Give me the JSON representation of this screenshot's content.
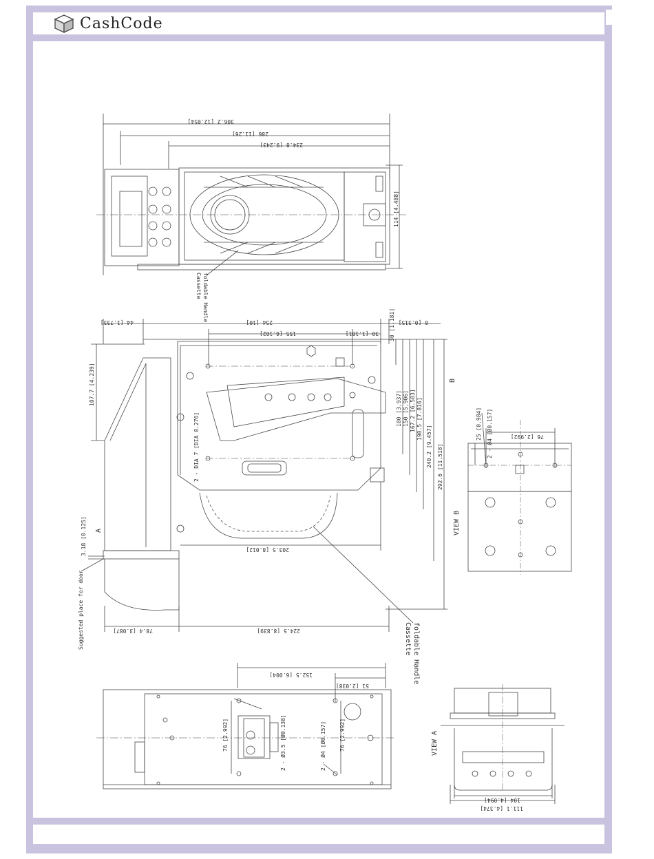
{
  "header": {
    "logo_text": "CashCode",
    "logo_icon": "cube-logo-icon"
  },
  "top_view": {
    "dim_overall": "306.2 [12.054]",
    "dim_middle": "286 [11.26]",
    "dim_inner": "234.8 [9.243]",
    "dim_height": "114 [4.488]",
    "label_line1": "Cassette",
    "label_line2": "foldable Handle"
  },
  "side_view": {
    "dim_left": "44 [1.733]",
    "dim_254": "254 [10]",
    "dim_right": "8 [0.315]",
    "dim_155": "155 [6.102]",
    "dim_30a": "30 [1.181]",
    "dim_30b": "30 [1.181]",
    "dim_107": "107.7 [4.239]",
    "dim_100": "100 [3.937]",
    "dim_150": "150 [5.906]",
    "dim_167": "167.2 [6.583]",
    "dim_198": "198.5 [7.816]",
    "dim_240": "240.2 [9.457]",
    "dim_292": "292.6 [11.518]",
    "dim_dia7": "2 - DIA 7 [DIA 0.276]",
    "dim_318": "3.18 [0.125]",
    "dim_2035": "203.5 [8.012]",
    "dim_784": "78.4 [3.087]",
    "dim_2245": "224.5 [8.839]",
    "label_door": "Suggested place for door",
    "label_handle_1": "Cassette",
    "label_handle_2": "foldable Handle",
    "marker_a": "A",
    "marker_b": "B"
  },
  "view_b": {
    "title": "VIEW B",
    "dim_76": "76 [2.992]",
    "dim_25": "25 [0.984]",
    "dim_hole": "2 - Ø4 [Ø0.157]"
  },
  "bottom_view": {
    "dim_1525": "152.5 [6.004]",
    "dim_51": "51 [2.038]",
    "dim_76a": "76 [2.992]",
    "dim_76b": "76 [2.992]",
    "dim_35": "2 - Ø3.5 [Ø0.138]",
    "dim_4": "2 - Ø4 [Ø0.157]"
  },
  "view_a": {
    "title": "VIEW A",
    "dim_104": "104 [4.094]",
    "dim_111": "111.1 [4.374]"
  }
}
